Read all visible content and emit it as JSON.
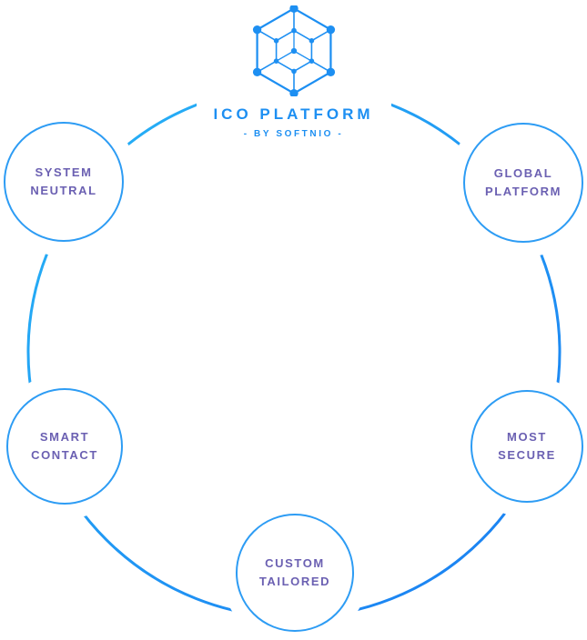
{
  "header": {
    "title": "ICO PLATFORM",
    "subtitle": "- BY SOFTNIO -",
    "logo_icon": "hexagon-network-icon"
  },
  "nodes": [
    {
      "id": "system-neutral",
      "line1": "SYSTEM",
      "line2": "NEUTRAL"
    },
    {
      "id": "global-platform",
      "line1": "GLOBAL",
      "line2": "PLATFORM"
    },
    {
      "id": "smart-contact",
      "line1": "SMART",
      "line2": "CONTACT"
    },
    {
      "id": "most-secure",
      "line1": "MOST",
      "line2": "SECURE"
    },
    {
      "id": "custom-tailored",
      "line1": "CUSTOM",
      "line2": "TAILORED"
    }
  ],
  "colors": {
    "accent": "#1d8ff2",
    "node-border": "#2d9cf4",
    "label": "#6b60b2"
  }
}
